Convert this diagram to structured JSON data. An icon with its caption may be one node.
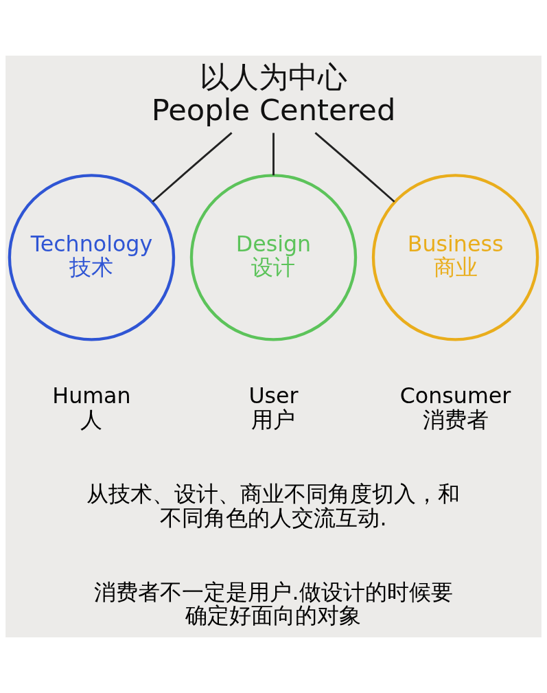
{
  "diagram": {
    "nodes": [
      {
        "text": [
          "以人为中心",
          "People Centered"
        ]
      },
      {
        "text": [
          "Technology",
          "技术"
        ],
        "beside": [
          "Human",
          "人"
        ]
      },
      {
        "text": [
          "Design",
          "设计"
        ],
        "beside": [
          "User",
          "用户"
        ]
      },
      {
        "text": [
          "Business",
          "商业"
        ],
        "beside": [
          "Consumer",
          "消费者"
        ]
      }
    ],
    "edges": [
      {
        "from": 0,
        "to": 1,
        "arrow": "none"
      },
      {
        "from": 0,
        "to": 2,
        "arrow": "none"
      },
      {
        "from": 0,
        "to": 3,
        "arrow": "none"
      }
    ],
    "labels": [
      "从技术、设计、商业不同角度切入，和不同角色的人交流互动.",
      "消费者不一定是用户.做设计的时候要确定好面向的对象"
    ]
  }
}
